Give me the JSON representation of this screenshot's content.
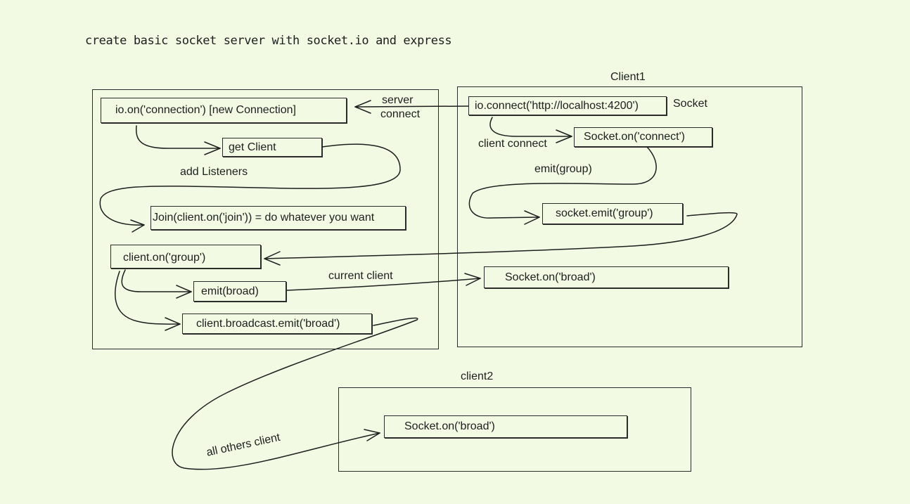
{
  "title": "create basic socket server with socket.io and express",
  "server": {
    "io_on_connection": "io.on('connection') [new Connection]",
    "get_client": "get Client",
    "add_listeners": "add Listeners",
    "join": "Join(client.on('join')) = do whatever you want",
    "client_on_group": "client.on('group')",
    "emit_broad": "emit(broad)",
    "broadcast_emit": "client.broadcast.emit('broad')"
  },
  "client1": {
    "title": "Client1",
    "io_connect": "io.connect('http://localhost:4200')",
    "socket_label": "Socket",
    "client_connect": "client connect",
    "socket_on_connect": "Socket.on('connect')",
    "emit_group": "emit(group)",
    "socket_emit_group": "socket.emit('group')",
    "socket_on_broad": "Socket.on('broad')"
  },
  "client2": {
    "title": "client2",
    "socket_on_broad": "Socket.on('broad')"
  },
  "edges": {
    "server_connect_line1": "server",
    "server_connect_line2": "connect",
    "current_client": "current client",
    "all_others_client": "all others client"
  }
}
